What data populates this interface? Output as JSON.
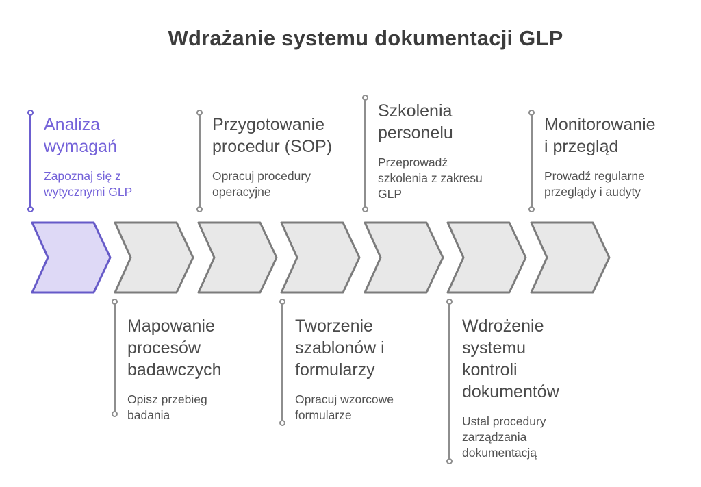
{
  "title": "Wdrażanie systemu dokumentacji GLP",
  "colors": {
    "title_color": "#3c3c3c",
    "step_title_color": "#4a4a4a",
    "step_desc_color": "#525252",
    "accent_text": "#7462d9",
    "accent_line": "#6c5fd0",
    "accent_fill": "#ded9f6",
    "accent_stroke": "#665ac8",
    "gray_fill": "#e8e8e8",
    "gray_stroke": "#7c7c7c",
    "line_gray": "#8e8e8e"
  },
  "steps": [
    {
      "title": "Analiza\nwymagań",
      "description": "Zapoznaj się z\nwytycznymi GLP",
      "position": "top",
      "highlighted": true
    },
    {
      "title": "Mapowanie\nprocesów\nbadawczych",
      "description": "Opisz przebieg\nbadania",
      "position": "bottom",
      "highlighted": false
    },
    {
      "title": "Przygotowanie\nprocedur (SOP)",
      "description": "Opracuj procedury\noperacyjne",
      "position": "top",
      "highlighted": false
    },
    {
      "title": "Tworzenie\nszablonów i\nformularzy",
      "description": "Opracuj wzorcowe\nformularze",
      "position": "bottom",
      "highlighted": false
    },
    {
      "title": "Szkolenia\npersonelu",
      "description": "Przeprowadź\nszkolenia z zakresu\nGLP",
      "position": "top",
      "highlighted": false
    },
    {
      "title": "Wdrożenie\nsystemu\nkontroli\ndokumentów",
      "description": "Ustal procedury\nzarządzania\ndokumentacją",
      "position": "bottom",
      "highlighted": false
    },
    {
      "title": "Monitorowanie\ni przegląd",
      "description": "Prowadź regularne\nprzeglądy i audyty",
      "position": "top",
      "highlighted": false
    }
  ]
}
